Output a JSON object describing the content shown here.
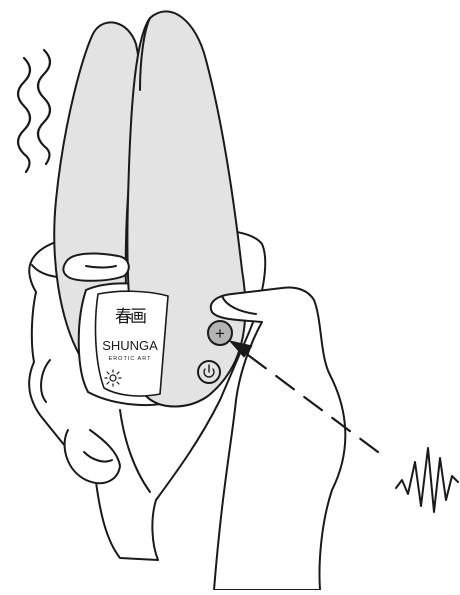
{
  "product": {
    "brand": "SHUNGA",
    "tagline": "EROTIC ART",
    "logo_glyph": "春画"
  },
  "controls": {
    "plus_symbol": "+",
    "power_icon": "power-icon",
    "light_icon": "light-icon"
  },
  "indicators": {
    "vibration_icon": "vibration-waves-icon",
    "pulse_icon": "pulse-waveform-icon"
  },
  "colors": {
    "device_fill": "#e3e3e3",
    "button_fill": "#b4b4b4",
    "line": "#1a1a1a",
    "background": "#ffffff"
  }
}
